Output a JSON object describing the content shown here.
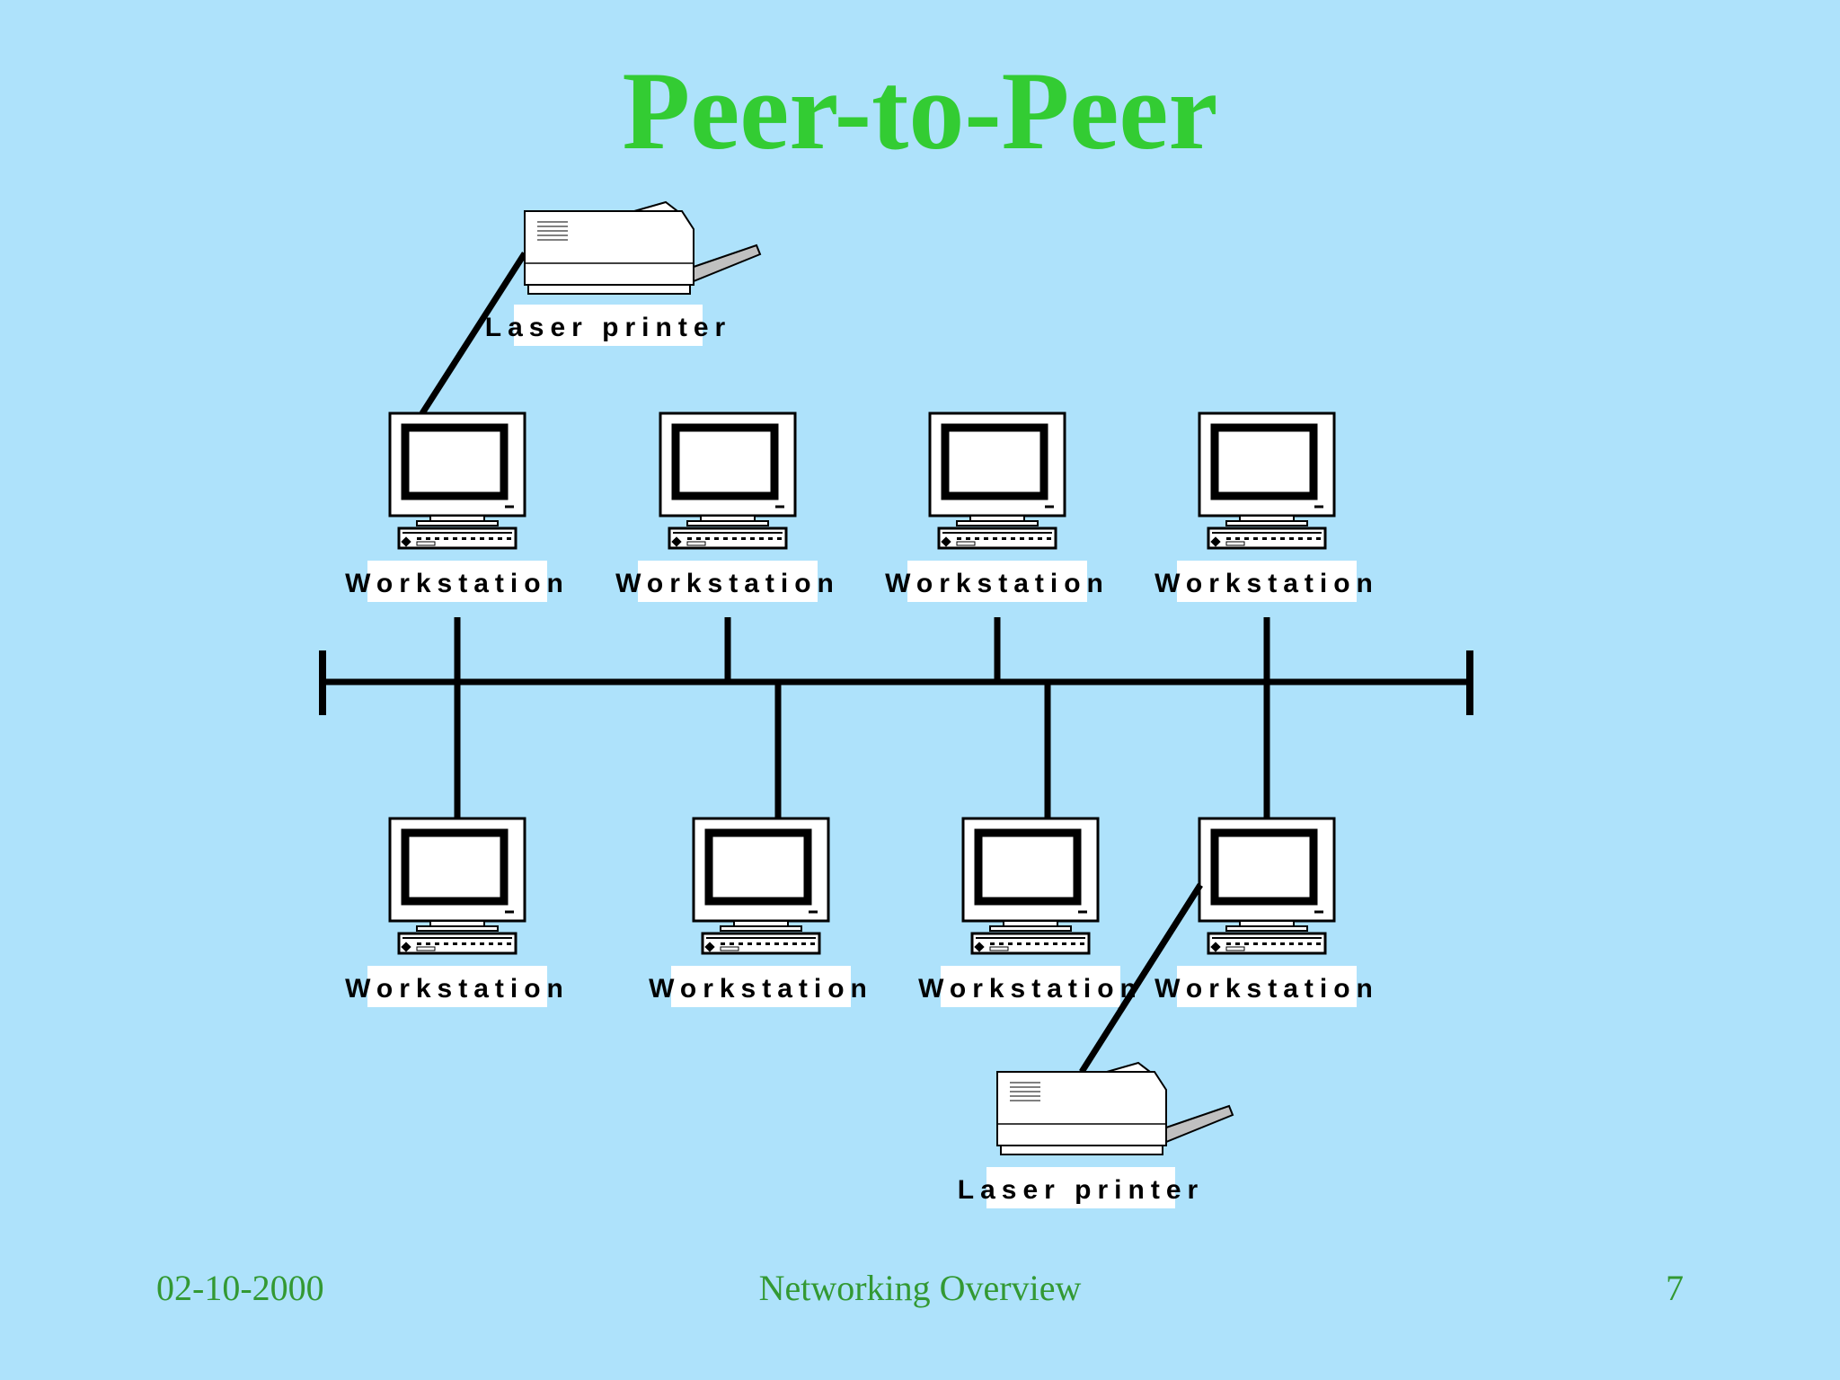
{
  "slide": {
    "title": "Peer-to-Peer",
    "footer_date": "02-10-2000",
    "footer_title": "Networking Overview",
    "footer_page": "7"
  },
  "colors": {
    "background": "#aee2fb",
    "title": "#33cc33",
    "footer_text": "#339933",
    "line": "#000000",
    "device_fill": "#ffffff",
    "paper_tray": "#c0c0c0"
  },
  "diagram": {
    "workstation_label": "Workstation",
    "printer_label": "Laser printer",
    "workstation_icon": "workstation-icon",
    "printer_icon": "laser-printer-icon",
    "topology": "bus",
    "top_row_count": 4,
    "bottom_row_count": 4,
    "printers_count": 2
  }
}
